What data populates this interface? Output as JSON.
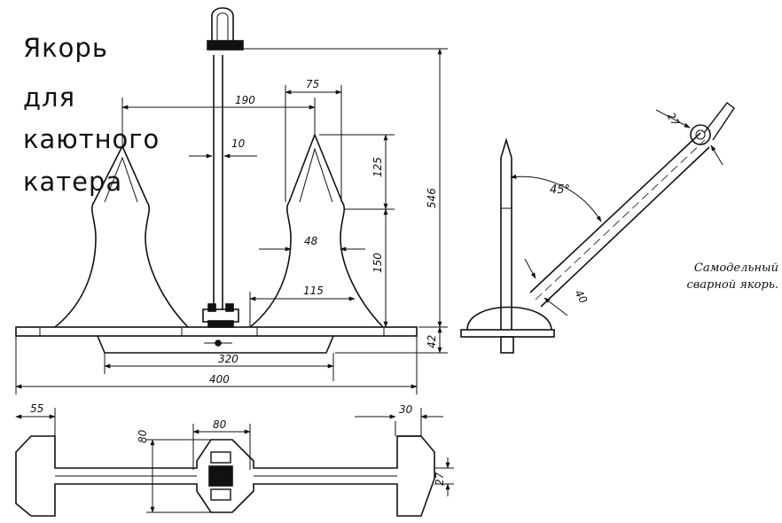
{
  "title": {
    "lines": [
      "Якорь",
      "для",
      "каютного",
      "катера"
    ]
  },
  "caption": {
    "lines": [
      "Самодельный",
      "сварной якорь."
    ]
  },
  "dimensions": {
    "d190": "190",
    "d75": "75",
    "d10": "10",
    "d125": "125",
    "d546": "546",
    "d48": "48",
    "d150": "150",
    "d115": "115",
    "d42": "42",
    "d320": "320",
    "d400": "400",
    "d55": "55",
    "d30": "30",
    "d80_top": "80",
    "d80_side": "80",
    "d27_plan": "27",
    "d27_eye": "27",
    "d40": "40",
    "angle45": "45°"
  },
  "colors": {
    "ink": "#111111",
    "paper": "#ffffff"
  }
}
